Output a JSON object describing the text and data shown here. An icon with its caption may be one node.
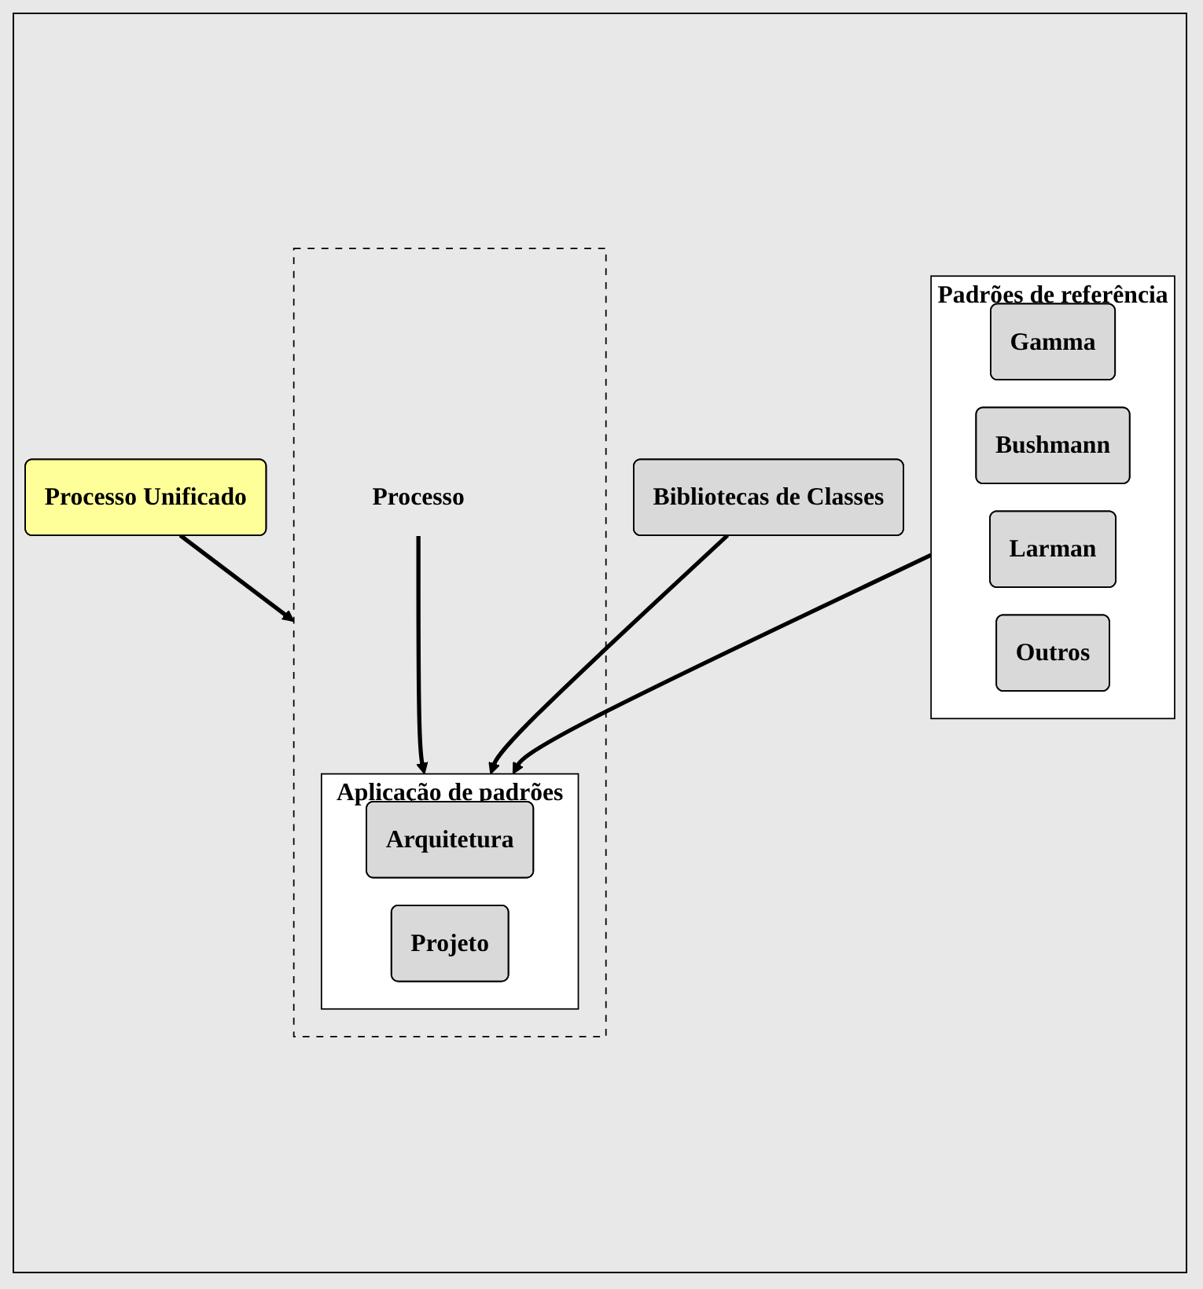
{
  "diagram": {
    "nodes": [
      {
        "text": [
          "Processo Unificado"
        ]
      },
      {
        "text": [],
        "shape": "box"
      },
      {
        "text": [
          "Processo"
        ],
        "in": 1
      },
      {
        "text": [
          "Aplicação de padrões"
        ],
        "in": 1
      },
      {
        "text": [
          "Arquitetura"
        ],
        "in": 3
      },
      {
        "text": [
          "Projeto"
        ],
        "in": 3
      },
      {
        "text": [
          "Bibliotecas de Classes"
        ]
      },
      {
        "text": [
          "Padrões de referência"
        ]
      },
      {
        "text": [
          "Gamma"
        ],
        "in": 7
      },
      {
        "text": [
          "Bushmann"
        ],
        "in": 7
      },
      {
        "text": [
          "Larman"
        ],
        "in": 7
      },
      {
        "text": [
          "Outros"
        ],
        "in": 7
      }
    ],
    "edges": [
      {
        "from": 0,
        "to": 1,
        "arrow": "to"
      },
      {
        "from": 2,
        "to": 3,
        "arrow": "to"
      },
      {
        "from": 6,
        "to": 3,
        "arrow": "to"
      },
      {
        "from": 7,
        "to": 3,
        "arrow": "to"
      }
    ]
  }
}
